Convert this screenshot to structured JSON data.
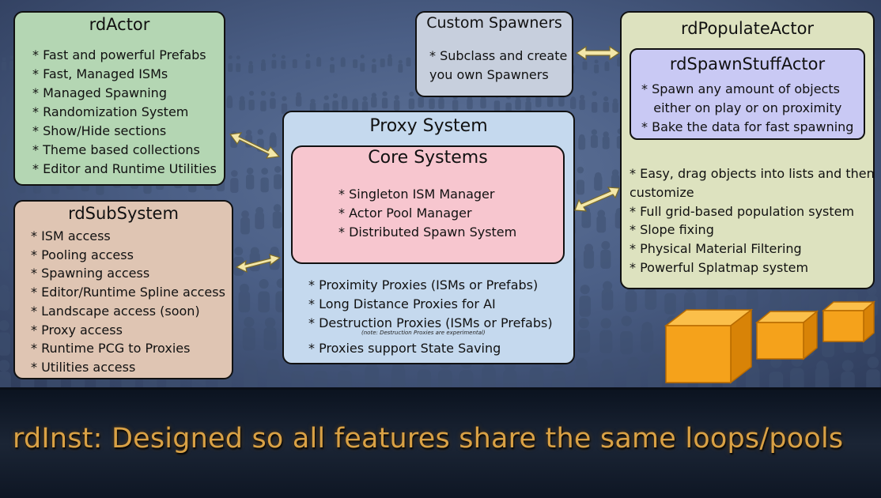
{
  "rdactor": {
    "title": "rdActor",
    "items": [
      "* Fast and powerful Prefabs",
      "* Fast, Managed ISMs",
      "* Managed Spawning",
      "* Randomization System",
      "* Show/Hide sections",
      "* Theme based collections",
      "* Editor and Runtime Utilities"
    ]
  },
  "rdsubsystem": {
    "title": "rdSubSystem",
    "items": [
      "* ISM access",
      "* Pooling access",
      "* Spawning access",
      "* Editor/Runtime Spline access",
      "* Landscape access (soon)",
      "* Proxy access",
      "* Runtime PCG to Proxies",
      "* Utilities access"
    ]
  },
  "custom_spawners": {
    "title": "Custom Spawners",
    "line1": "* Subclass and create",
    "line2": "you own Spawners"
  },
  "proxy_system": {
    "title": "Proxy System",
    "core": {
      "title": "Core Systems",
      "items": [
        "* Singleton ISM Manager",
        "* Actor Pool Manager",
        "* Distributed Spawn System"
      ]
    },
    "items": [
      "* Proximity Proxies (ISMs or Prefabs)",
      "* Long Distance Proxies for AI",
      "* Destruction Proxies (ISMs or Prefabs)"
    ],
    "note": "(note: Destruction Proxies are experimental)",
    "saving": "* Proxies support State Saving"
  },
  "populate": {
    "title": "rdPopulateActor",
    "spawn": {
      "title": "rdSpawnStuffActor",
      "items": [
        "* Spawn any amount of objects",
        "   either on play or on proximity",
        "* Bake the data for fast spawning"
      ]
    },
    "items": [
      "* Easy, drag objects into lists and then",
      "customize",
      "* Full grid-based population system",
      "* Slope fixing",
      "* Physical Material Filtering",
      "* Powerful Splatmap system"
    ]
  },
  "banner": {
    "text": "rdInst: Designed so all features share the same loops/pools"
  },
  "colors": {
    "rdactor": "#b4d6b3",
    "rdsubsystem": "#dfc5b3",
    "custom": "#c7cfdd",
    "proxy": "#c5d9ee",
    "core": "#f7c6cf",
    "populate": "#dde2bf",
    "spawn": "#c9c9f4",
    "banner_text": "#d9a145",
    "arrow": "#f3e7a8",
    "cube": "#f5a21b"
  }
}
